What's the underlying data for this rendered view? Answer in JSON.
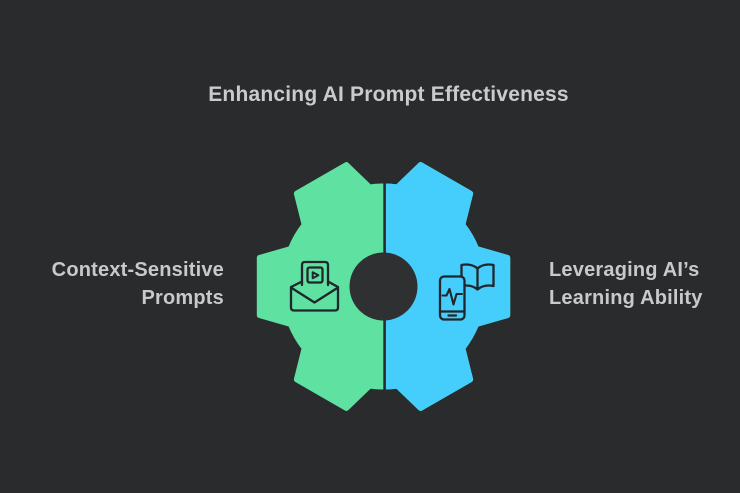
{
  "title": "Enhancing AI Prompt Effectiveness",
  "gear": {
    "left_half": {
      "lines": [
        "Context-Sensitive",
        "Prompts"
      ],
      "color": "#5fe1a1",
      "icon": "video-email"
    },
    "right_half": {
      "lines": [
        "Leveraging AI’s",
        "Learning Ability"
      ],
      "color": "#45cefb",
      "icon": "mobile-learning-book"
    }
  },
  "colors": {
    "background": "#2a2b2c",
    "title_text": "#cacbcc",
    "label_text": "#c8c9ca",
    "green": "#5fe1a1",
    "blue": "#45cefb",
    "icon_stroke": "#20262b",
    "hub_hole": "#2f3032",
    "divider": "#2a2b2c"
  }
}
